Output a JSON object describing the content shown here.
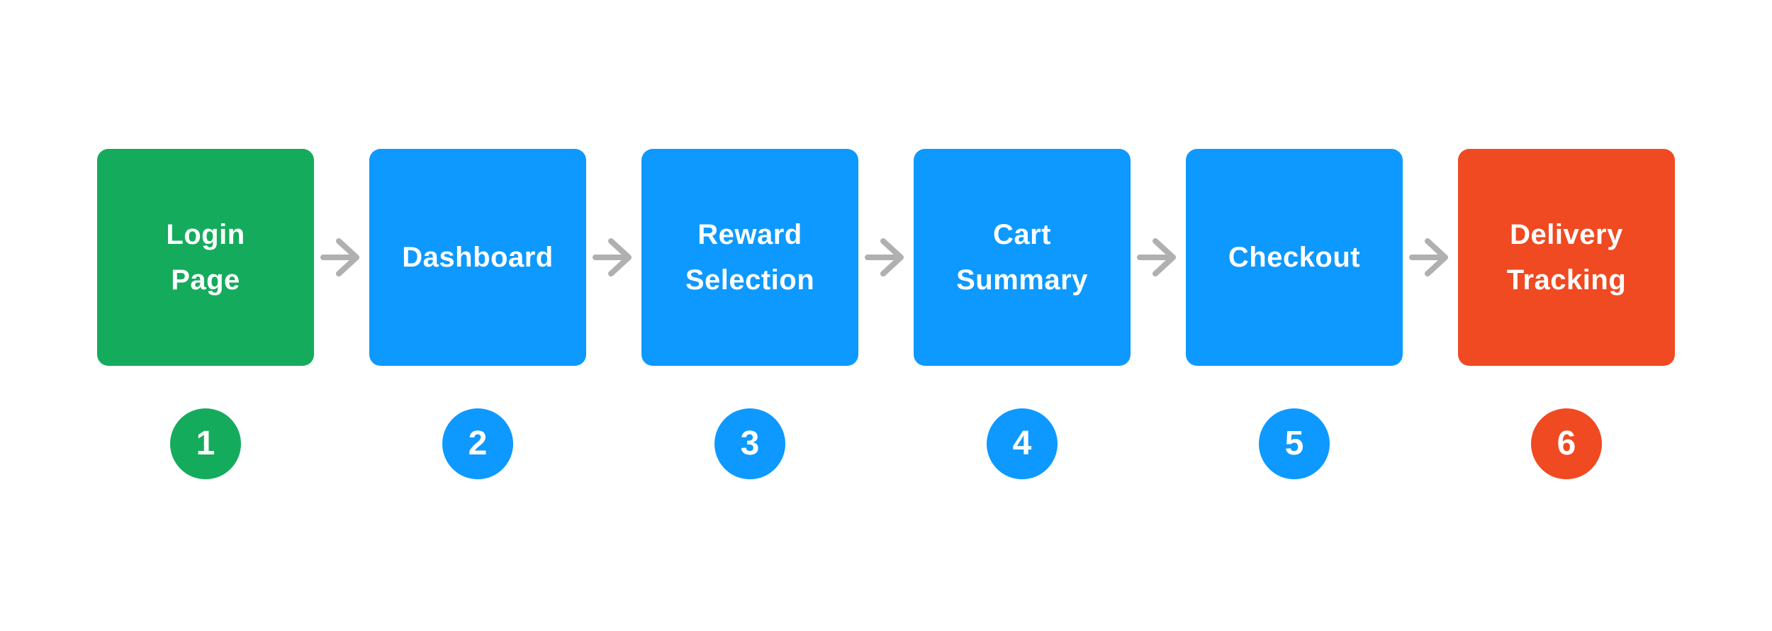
{
  "background_color": "#FFFFFF",
  "flow": {
    "arrow_color": "#B0B0B0",
    "text_color": "#FFFFFF",
    "steps": [
      {
        "number": "1",
        "label": "Login\nPage",
        "color": "#15AB5C"
      },
      {
        "number": "2",
        "label": "Dashboard",
        "color": "#0D99FF"
      },
      {
        "number": "3",
        "label": "Reward\nSelection",
        "color": "#0D99FF"
      },
      {
        "number": "4",
        "label": "Cart\nSummary",
        "color": "#0D99FF"
      },
      {
        "number": "5",
        "label": "Checkout",
        "color": "#0D99FF"
      },
      {
        "number": "6",
        "label": "Delivery\nTracking",
        "color": "#F04A22"
      }
    ]
  }
}
